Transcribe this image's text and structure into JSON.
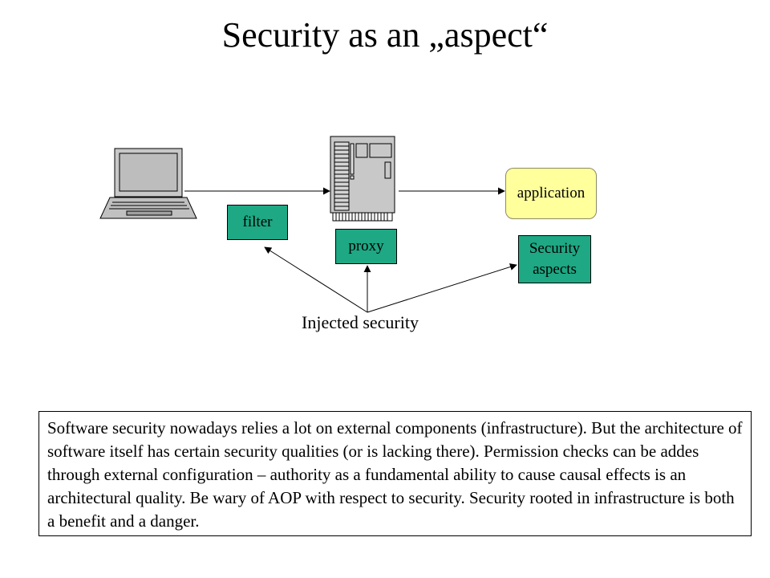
{
  "title": "Security as an „aspect“",
  "diagram": {
    "filter_label": "filter",
    "proxy_label": "proxy",
    "application_label": "application",
    "security_aspects_label": "Security aspects",
    "injected_security_label": "Injected security"
  },
  "note": "Software security nowadays relies a lot on external components (infrastructure). But the architecture of software itself has certain security qualities (or is lacking there). Permission checks can be addes through external configuration – authority as a fundamental ability to cause causal effects is an architectural quality. Be wary of AOP with respect to security. Security rooted in infrastructure is both a benefit and a danger.",
  "colors": {
    "green_box": "#1ea884",
    "application_box": "#ffff9c"
  },
  "icons": {
    "client": "laptop-icon",
    "server": "server-icon"
  }
}
